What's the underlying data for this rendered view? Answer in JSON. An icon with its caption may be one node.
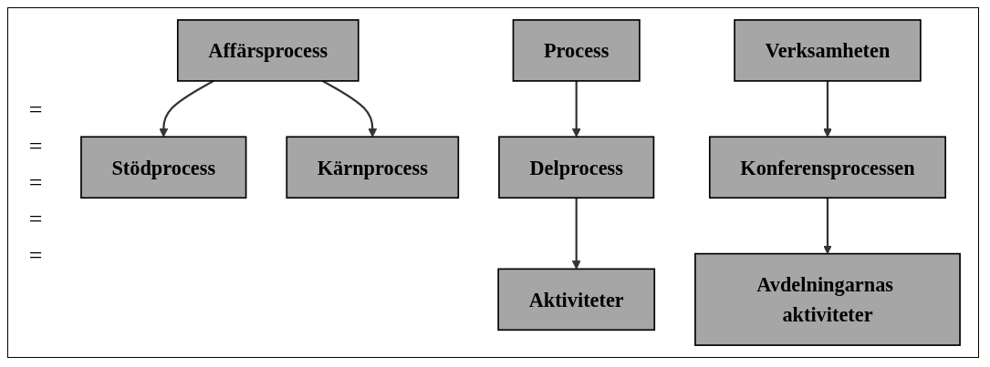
{
  "diagram": {
    "nodes": [
      {
        "text": [
          "Affärsprocess"
        ]
      },
      {
        "text": [
          "Process"
        ]
      },
      {
        "text": [
          "Verksamheten"
        ]
      },
      {
        "text": [
          "Stödprocess"
        ]
      },
      {
        "text": [
          "Kärnprocess"
        ]
      },
      {
        "text": [
          "Delprocess"
        ]
      },
      {
        "text": [
          "Konferensprocessen"
        ]
      },
      {
        "text": [
          "Aktiviteter"
        ]
      },
      {
        "text": [
          "Avdelningarnas aktiviteter"
        ]
      }
    ],
    "edges": [
      {
        "from": 0,
        "to": 3,
        "arrow": "to"
      },
      {
        "from": 0,
        "to": 4,
        "arrow": "to"
      },
      {
        "from": 1,
        "to": 5,
        "arrow": "to"
      },
      {
        "from": 2,
        "to": 6,
        "arrow": "to"
      },
      {
        "from": 5,
        "to": 7,
        "arrow": "to"
      },
      {
        "from": 6,
        "to": 8,
        "arrow": "to"
      }
    ],
    "labels": [
      "=",
      "=",
      "=",
      "=",
      "="
    ]
  }
}
